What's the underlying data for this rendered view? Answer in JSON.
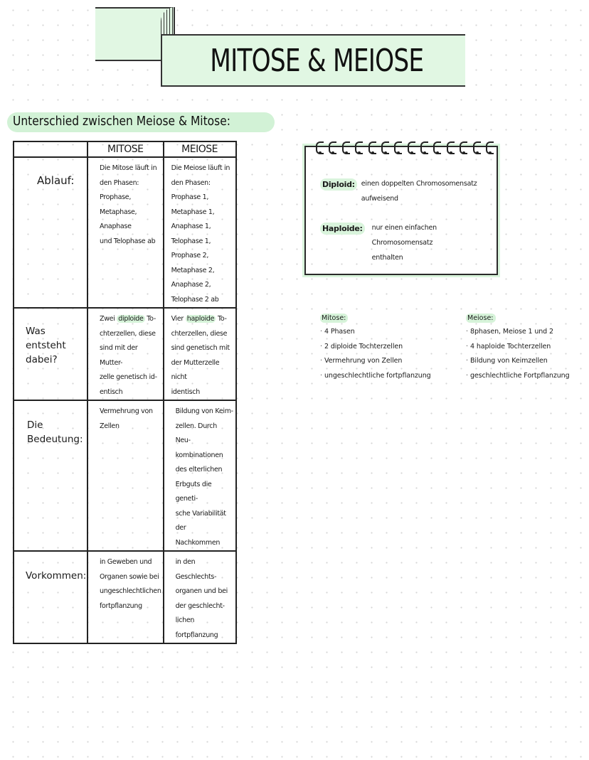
{
  "header": {
    "title": "MITOSE & MEIOSE"
  },
  "subheading": "Unterschied zwischen Meiose & Mitose:",
  "comparison_table": {
    "columns": [
      "",
      "MITOSE",
      "MEIOSE"
    ],
    "rows": [
      {
        "label": "Ablauf:",
        "mitose": "Die Mitose läuft in\nden Phasen: Prophase,\nMetaphase, Anaphase\nund Telophase ab",
        "meiose": "Die Meiose läuft in\nden Phasen: Prophase 1,\nMetaphase 1, Anaphase 1,\nTelophase 1, Prophase 2,\nMetaphase 2, Anaphase 2,\nTelophase 2 ab"
      },
      {
        "label": "Was entsteht\ndabei?",
        "mitose_prefix": "Zwei ",
        "mitose_highlight": "diploide",
        "mitose_rest": " To-\nchterzellen, diese\nsind mit der Mutter-\nzelle genetisch id-\nentisch",
        "meiose_prefix": "Vier ",
        "meiose_highlight": "haploide",
        "meiose_rest": " To-\nchterzellen, diese\nsind genetisch mit\nder Mutterzelle nicht\nidentisch"
      },
      {
        "label": "Die Bedeutung:",
        "mitose": "Vermehrung von\nZellen",
        "meiose": "Bildung von Keim-\nzellen. Durch Neu-\nkombinationen\ndes elterlichen\nErbguts die geneti-\nsche Variabilität der\nNachkommen"
      },
      {
        "label": "Vorkommen:",
        "mitose": "in Geweben und\nOrganen sowie bei\nungeschlechtlichen\nfortpflanzung",
        "meiose": "in den Geschlechts-\norganen und bei\nder geschlecht-\nlichen fortpflanzung"
      }
    ]
  },
  "notecard": {
    "ring_count": 14,
    "definitions": [
      {
        "term": "Diploid:",
        "text": "einen doppelten Chromosomensatz\naufweisend"
      },
      {
        "term": "Haploide:",
        "text": "nur einen einfachen Chromosomensatz\nenthalten"
      }
    ]
  },
  "mitose_summary": {
    "title": "Mitose:",
    "items": [
      "4 Phasen",
      "2 diploide Tochterzellen",
      "Vermehrung von Zellen",
      "ungeschlechtliche fortpflanzung"
    ]
  },
  "meiose_summary": {
    "title": "Meiose:",
    "items": [
      "8phasen, Meiose 1 und 2",
      "4 haploide Tochterzellen",
      "Bildung von Keimzellen",
      "geschlechtliche Fortpflanzung"
    ]
  },
  "colors": {
    "highlight_green": "#d6f3d9",
    "banner_green": "#e1f7e3",
    "ink": "#1a1a1a"
  }
}
